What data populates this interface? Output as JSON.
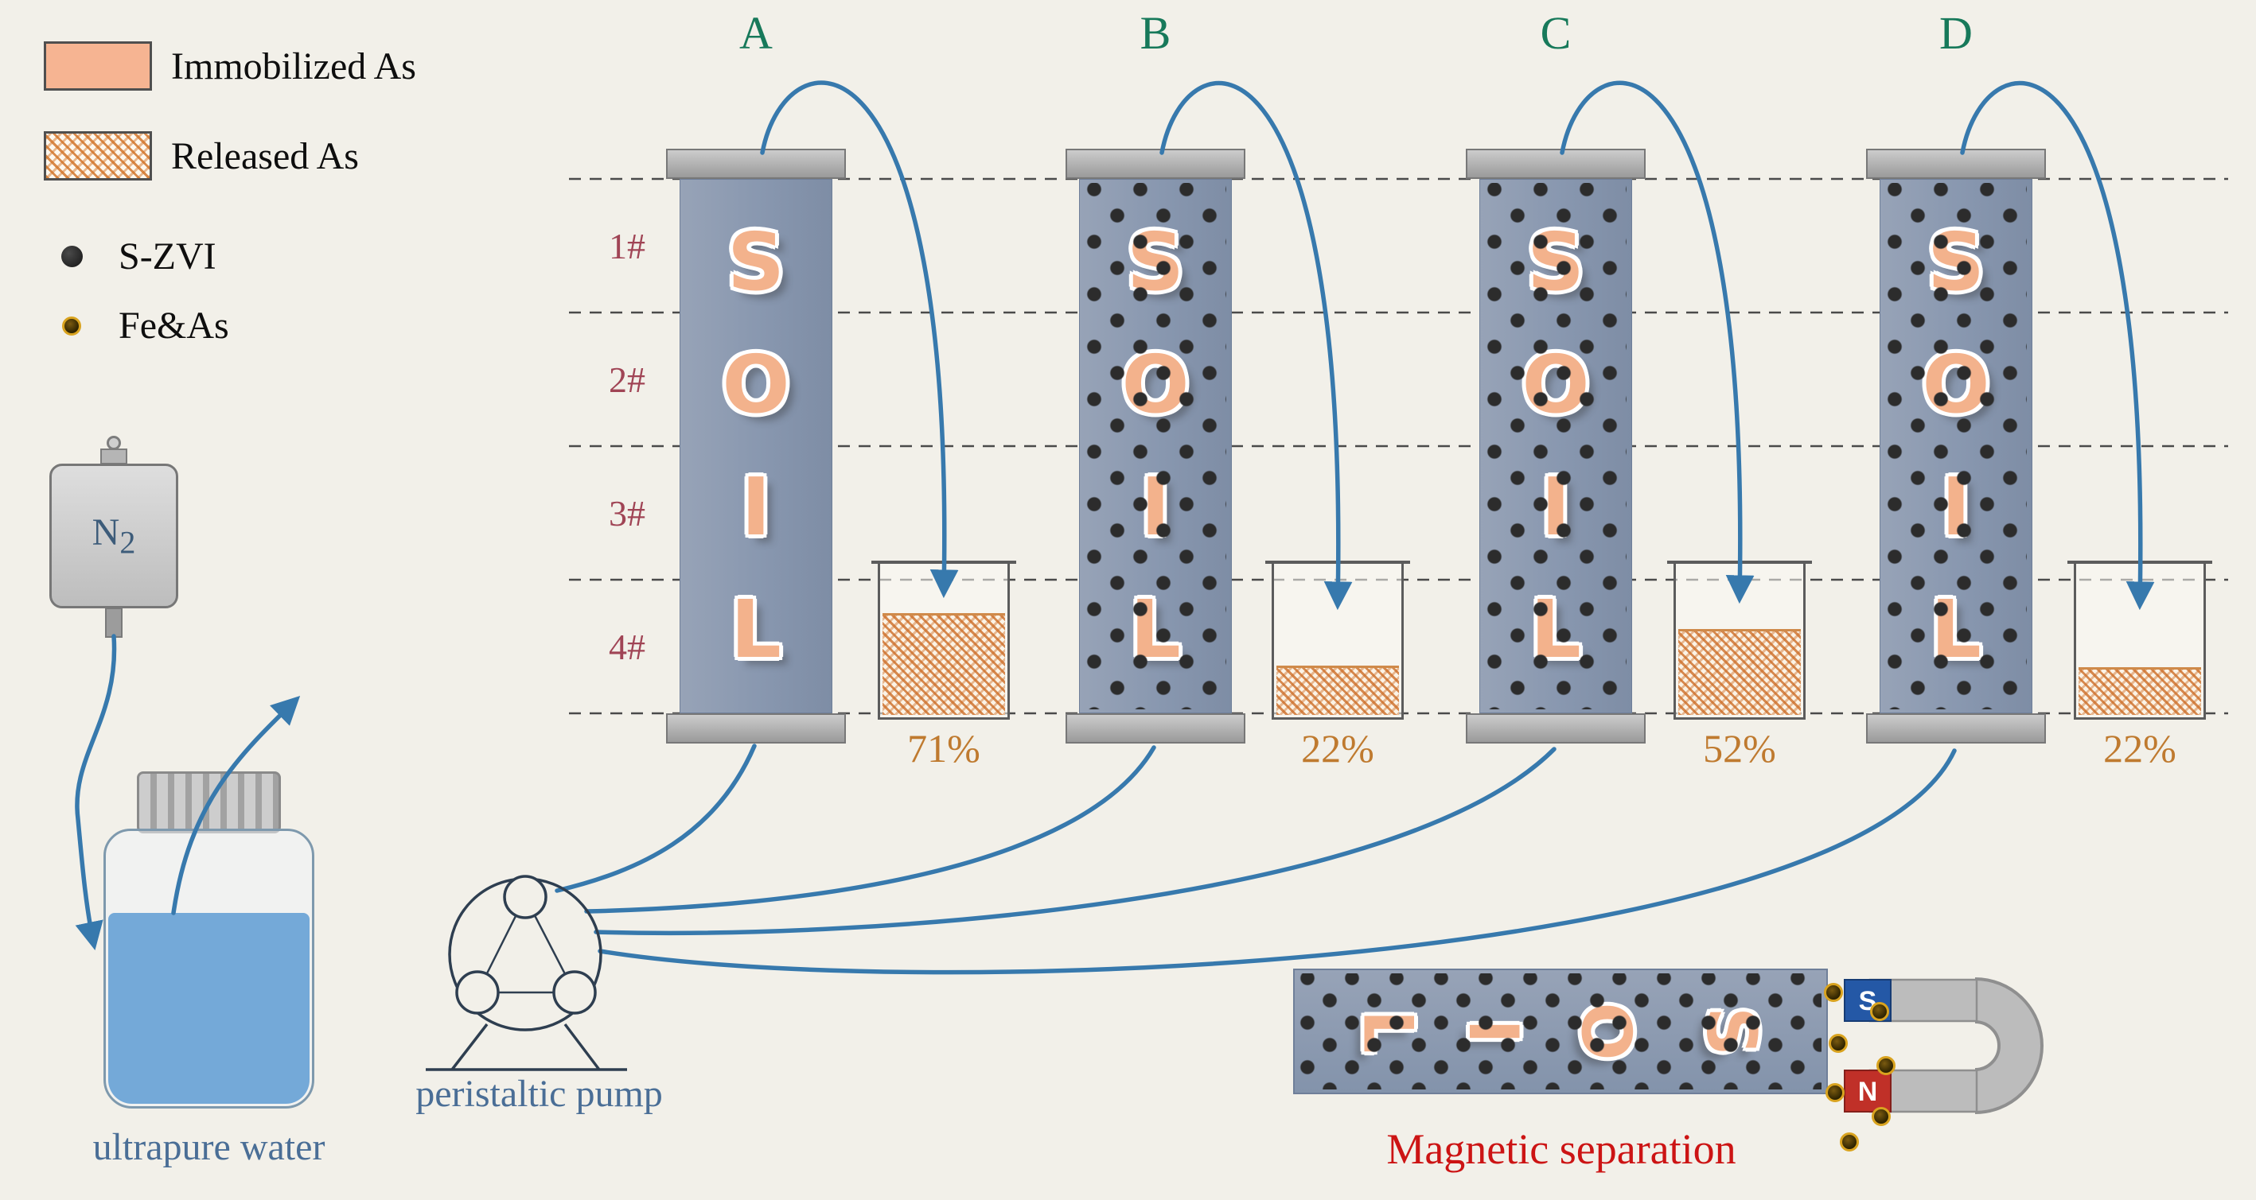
{
  "legend": {
    "items": [
      {
        "label": "Immobilized As",
        "swatch": "solid-peach"
      },
      {
        "label": "Released As",
        "swatch": "orange-hatch"
      },
      {
        "label": "S-ZVI",
        "swatch": "black-dot"
      },
      {
        "label": "Fe&As",
        "swatch": "gold-dot"
      }
    ]
  },
  "soil_letters": [
    "S",
    "O",
    "I",
    "L"
  ],
  "depth_labels": [
    "1#",
    "2#",
    "3#",
    "4#"
  ],
  "columns": [
    {
      "label": "A",
      "recovery": "71%",
      "s_zvi_dots": false
    },
    {
      "label": "B",
      "recovery": "22%",
      "s_zvi_dots": true
    },
    {
      "label": "C",
      "recovery": "52%",
      "s_zvi_dots": true
    },
    {
      "label": "D",
      "recovery": "22%",
      "s_zvi_dots": true
    }
  ],
  "beakers": [
    {
      "fill": "71%",
      "liquid_style": "height:128px"
    },
    {
      "fill": "22%",
      "liquid_style": "height:62px"
    },
    {
      "fill": "52%",
      "liquid_style": "height:108px"
    },
    {
      "fill": "22%",
      "liquid_style": "height:60px"
    }
  ],
  "apparatus": {
    "gas": "N",
    "gas_sub": "2",
    "water_label": "ultrapure water",
    "pump_label": "peristaltic pump"
  },
  "separation": {
    "title": "Magnetic separation",
    "bar_letters": [
      "L",
      "I",
      "O",
      "S"
    ],
    "magnet_top_pole": "S",
    "magnet_bottom_pole": "N"
  },
  "colors": {
    "background": "#f2f0e9",
    "column_body": "#8e9bb1",
    "cap_gray": "#b3b3b3",
    "soil_letter_peach": "#f3b28c",
    "tube_blue": "#3779ad",
    "column_label_green": "#17795a",
    "depth_label_red": "#a04455",
    "percent_orange": "#bf7a2f",
    "water_blue": "#74a9d8",
    "magnet_s_blue": "#2458a6",
    "magnet_n_red": "#c03028",
    "separation_title_red": "#cc1414",
    "apparatus_label_blue": "#4a6e96"
  }
}
